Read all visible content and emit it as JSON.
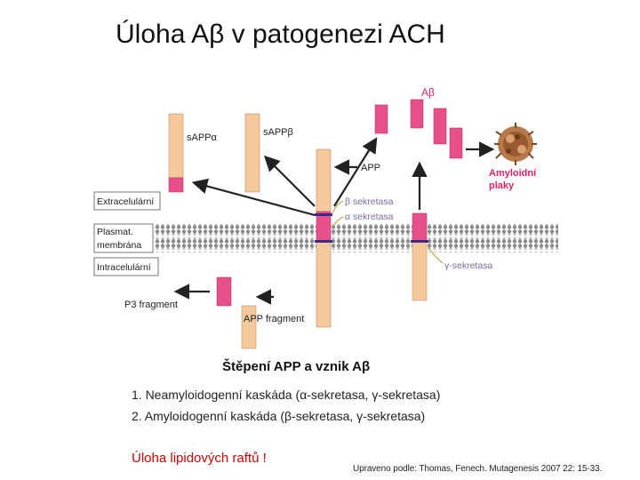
{
  "slide": {
    "title": "Úloha Aβ v patogenezi ACH",
    "caption": "Štěpení APP a vznik Aβ",
    "list": [
      "1. Neamyloidogenní kaskáda (α-sekretasa, γ-sekretasa)",
      "2. Amyloidogenní kaskáda (β-sekretasa, γ-sekretasa)"
    ],
    "raft_note": "Úloha lipidových raftů !",
    "source": "Upraveno podle: Thomas, Fenech. Mutagenesis 2007 22: 15-33."
  },
  "figure": {
    "labels": {
      "extracellular": "Extracelulární",
      "membrane_line1": "Plasmat.",
      "membrane_line2": "membrána",
      "intracellular": "Intracelulární",
      "sappa": "sAPPα",
      "sappb": "sAPPβ",
      "app": "APP",
      "abeta": "Aβ",
      "amyloid_line1": "Amyloidní",
      "amyloid_line2": "plaky",
      "beta_secretase": "β sekretasa",
      "alpha_secretase": "α sekretasa",
      "gamma_secretase": "γ-sekretasa",
      "p3": "P3 fragment",
      "app_fragment": "APP fragment"
    },
    "colors": {
      "pink": "#e8508a",
      "peach": "#f6c99d",
      "membrane": "#8a8a8a",
      "amyloid_label": "#e0206a",
      "secretase_label": "#7a6aa8",
      "raft_note": "#d10000"
    }
  }
}
